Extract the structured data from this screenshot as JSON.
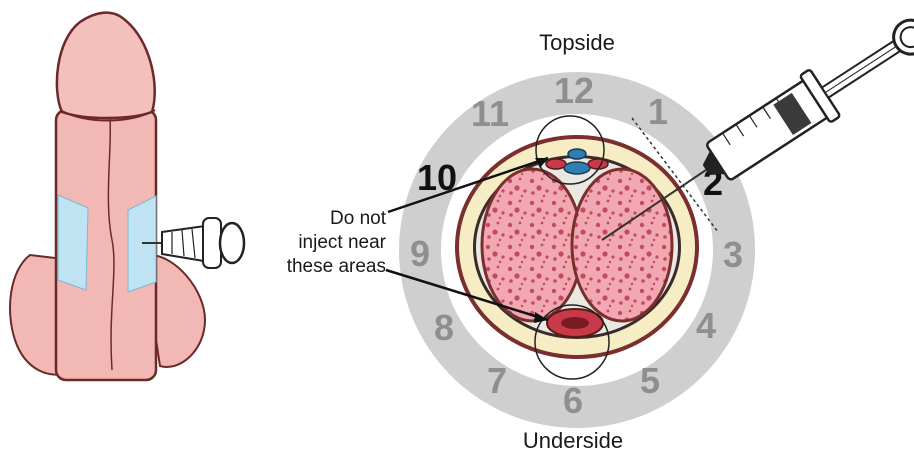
{
  "labels": {
    "top": "Topside",
    "bottom": "Underside",
    "warning_line1": "Do not",
    "warning_line2": "inject near",
    "warning_line3": "these areas"
  },
  "clock": {
    "numbers": [
      "12",
      "1",
      "2",
      "3",
      "4",
      "5",
      "6",
      "7",
      "8",
      "9",
      "10",
      "11"
    ],
    "highlighted": [
      "10",
      "2"
    ]
  },
  "colors": {
    "skin": "#f2b8b3",
    "skin_outline": "#6b2a2a",
    "injection_zone": "#bfe3f2",
    "ring": "#cfcfcf",
    "tissue_yellow": "#f7edc4",
    "corpora": "#f2a8b0",
    "corpora_spots": "#c24a63",
    "urethra": "#c83a48",
    "vessel_blue": "#2f7fb0"
  }
}
